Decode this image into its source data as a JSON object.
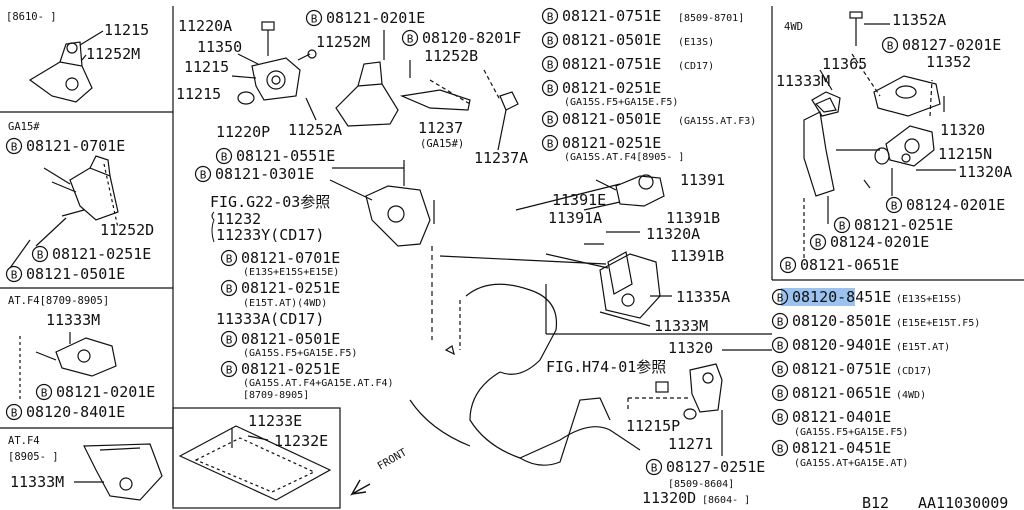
{
  "colors": {
    "ink": "#111111",
    "background": "#ffffff",
    "highlight": "#4a90e2"
  },
  "panel_tl": {
    "code": "[8610-    ]",
    "p1": "11215",
    "p2": "11252M"
  },
  "panel_ga15": {
    "title": "GA15#",
    "b1": "08121-0701E",
    "p1": "11252D",
    "b2": "08121-0251E",
    "b3": "08121-0501E"
  },
  "panel_atf4": {
    "title": "AT.F4[8709-8905]",
    "p1": "11333M",
    "b1": "08121-0201E",
    "b2": "08120-8401E"
  },
  "panel_atf4b": {
    "title": "AT.F4",
    "code": "[8905-    ]",
    "p1": "11333M"
  },
  "panel_bottom": {
    "p1": "11233E",
    "p2": "11232E"
  },
  "main_left": {
    "p11220a": "11220A",
    "p11350": "11350",
    "p11215a": "11215",
    "p11215b": "11215",
    "p11220p": "11220P",
    "p11252a": "11252A",
    "b0201e": "08121-0201E",
    "p11252m": "11252M",
    "b8201f": "08120-8201F",
    "p11252b": "11252B",
    "p11237": "11237",
    "p11237note": "(GA15#)",
    "p11237a": "11237A",
    "b0551e": "08121-0551E",
    "b0301e": "08121-0301E",
    "fig": "FIG.G22-03参照",
    "p11232": "11232",
    "p11233y": "11233Y(CD17)",
    "b0701e": "08121-0701E",
    "n0701e": "(E13S+E15S+E15E)",
    "b0251e": "08121-0251E",
    "n0251e": "(E15T.AT)(4WD)",
    "p11333a": "11333A(CD17)",
    "b0501e": "08121-0501E",
    "n0501e": "(GA15S.F5+GA15E.F5)",
    "b0251e2": "08121-0251E",
    "n0251e2a": "(GA15S.AT.F4+GA15E.AT.F4)",
    "n0251e2b": "[8709-8905]"
  },
  "main_right": {
    "b0751e": "08121-0751E",
    "n0751e": "[8509-8701]",
    "b0501e": "08121-0501E",
    "n0501e": "(E13S)",
    "b0751e2": "08121-0751E",
    "n0751e2": "(CD17)",
    "b0251e": "08121-0251E",
    "n0251e": "(GA15S.F5+GA15E.F5)",
    "b0501e2": "08121-0501E",
    "n0501e2": "(GA15S.AT.F3)",
    "b0251e2": "08121-0251E",
    "n0251e2": "(GA15S.AT.F4[8905-    ]",
    "p11391": "11391",
    "p11391e": "11391E",
    "p11391a": "11391A",
    "p11391b": "11391B",
    "p11320a": "11320A",
    "p11391b2": "11391B",
    "p11335a": "11335A",
    "p11333m": "11333M",
    "fig": "FIG.H74-01参照",
    "p11320": "11320",
    "p11215p": "11215P",
    "p11271": "11271",
    "b0251e3": "08127-0251E",
    "n0251e3": "[8509-8604]",
    "p11320d": "11320D",
    "n11320d": "[8604-    ]",
    "front": "FRONT"
  },
  "panel_4wd": {
    "title": "4WD",
    "p11352a": "11352A",
    "b0201e": "08127-0201E",
    "p11365": "11365",
    "p11352": "11352",
    "p11333m": "11333M",
    "p11320": "11320",
    "p11215n": "11215N",
    "p11320a": "11320A",
    "b0201e2": "08124-0201E",
    "b0251e": "08121-0251E",
    "b0201e3": "08124-0201E",
    "b0651e": "08121-0651E"
  },
  "legend": {
    "r1": "08120-8451E",
    "r1n": "(E13S+E15S)",
    "r2": "08120-8501E",
    "r2n": "(E15E+E15T.F5)",
    "r3": "08120-9401E",
    "r3n": "(E15T.AT)",
    "r4": "08121-0751E",
    "r4n": "(CD17)",
    "r5": "08121-0651E",
    "r5n": "(4WD)",
    "r6": "08121-0401E",
    "r6n": "(GA15S.F5+GA15E.F5)",
    "r7": "08121-0451E",
    "r7n": "(GA15S.AT+GA15E.AT)"
  },
  "footer": {
    "page": "B12",
    "ref": "AA11030009"
  }
}
